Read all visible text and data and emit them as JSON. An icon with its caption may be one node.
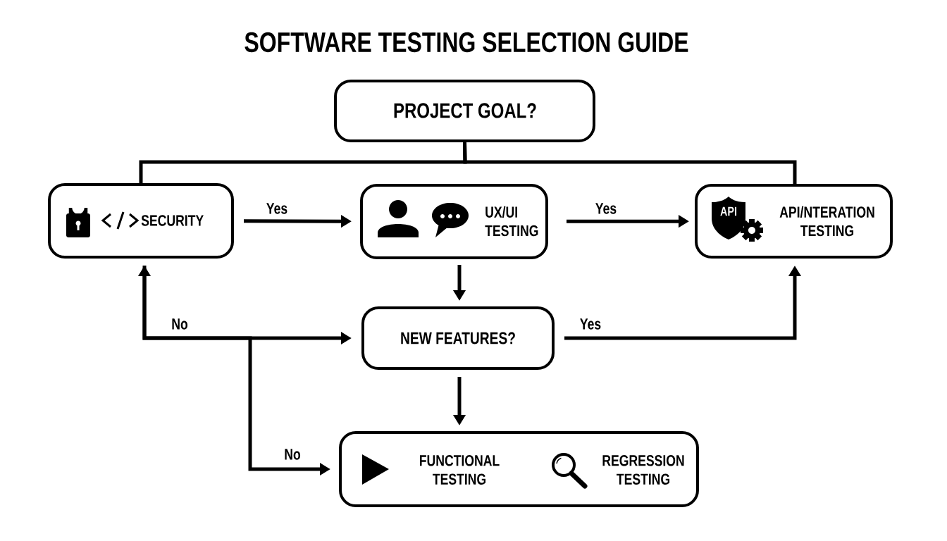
{
  "diagram": {
    "title": "SOFTWARE TESTING SELECTION GUIDE",
    "nodes": [
      {
        "text": [
          "PROJECT GOAL?"
        ]
      },
      {
        "text": [
          "SECURITY"
        ]
      },
      {
        "text": [
          "UX/UI TESTING"
        ]
      },
      {
        "text": [
          "API",
          "API/NTERATION TESTING"
        ]
      },
      {
        "text": [
          "NEW FEATURES?"
        ]
      },
      {
        "text": [
          "FUNCTIONAL TESTING",
          "REGRESSION TESTING"
        ]
      }
    ],
    "edges": [
      {
        "from": 0,
        "to": 1,
        "arrow": "none"
      },
      {
        "from": 0,
        "to": 3,
        "arrow": "none"
      },
      {
        "from": 1,
        "to": 2,
        "arrow": "to",
        "label": "Yes"
      },
      {
        "from": 2,
        "to": 3,
        "arrow": "to",
        "label": "Yes"
      },
      {
        "from": 2,
        "to": 4,
        "arrow": "to"
      },
      {
        "from": 4,
        "to": 3,
        "arrow": "to",
        "label": "Yes"
      },
      {
        "from": 1,
        "to": 4,
        "arrow": "both",
        "label": "No"
      },
      {
        "from": 1,
        "to": 5,
        "arrow": "to",
        "label": "No"
      },
      {
        "from": 4,
        "to": 5,
        "arrow": "to"
      }
    ]
  }
}
